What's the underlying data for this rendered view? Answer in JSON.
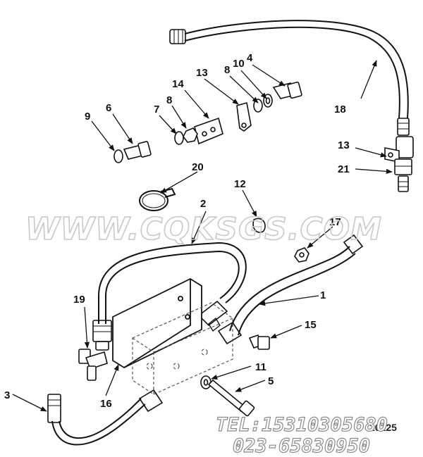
{
  "diagram": {
    "part_labels": {
      "p1": "1",
      "p2": "2",
      "p3": "3",
      "p4": "4",
      "p5": "5",
      "p6": "6",
      "p7": "7",
      "p8a": "8",
      "p8b": "8",
      "p9": "9",
      "p10": "10",
      "p11": "11",
      "p12": "12",
      "p13a": "13",
      "p13b": "13",
      "p14": "14",
      "p15": "15",
      "p16": "16",
      "p17": "17",
      "p18": "18",
      "p19": "19",
      "p20": "20",
      "p21": "21"
    },
    "figure_id": "10125"
  },
  "watermark": {
    "site": "WWW.CQKSGS.COM",
    "phone": "TEL:15310305680",
    "phone2": "023-65830950"
  }
}
